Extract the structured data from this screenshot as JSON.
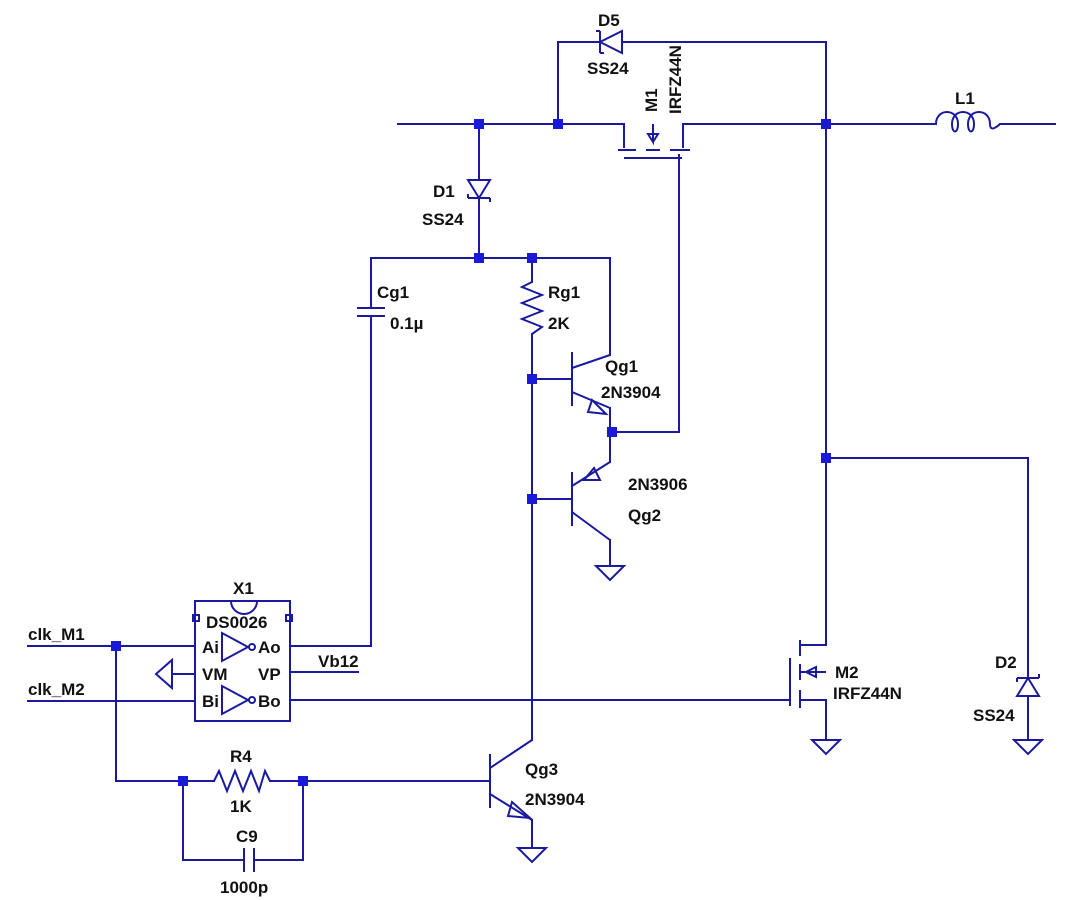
{
  "colors": {
    "wire": "#1a1a9e",
    "junction": "#1a1ad6",
    "text": "#111111",
    "background": "#ffffff"
  },
  "nets": {
    "clk_m1": "clk_M1",
    "clk_m2": "clk_M2",
    "vb12": "Vb12"
  },
  "components": {
    "d5": {
      "ref": "D5",
      "value": "SS24"
    },
    "m1": {
      "ref": "M1",
      "value": "IRFZ44N"
    },
    "l1": {
      "ref": "L1"
    },
    "d1": {
      "ref": "D1",
      "value": "SS24"
    },
    "cg1": {
      "ref": "Cg1",
      "value": "0.1µ"
    },
    "rg1": {
      "ref": "Rg1",
      "value": "2K"
    },
    "qg1": {
      "ref": "Qg1",
      "value": "2N3904"
    },
    "qg2": {
      "ref": "Qg2",
      "value": "2N3906"
    },
    "x1": {
      "ref": "X1",
      "value": "DS0026",
      "pins": {
        "ai": "Ai",
        "ao": "Ao",
        "vm": "VM",
        "vp": "VP",
        "bi": "Bi",
        "bo": "Bo"
      }
    },
    "m2": {
      "ref": "M2",
      "value": "IRFZ44N"
    },
    "d2": {
      "ref": "D2",
      "value": "SS24"
    },
    "r4": {
      "ref": "R4",
      "value": "1K"
    },
    "c9": {
      "ref": "C9",
      "value": "1000p"
    },
    "qg3": {
      "ref": "Qg3",
      "value": "2N3904"
    }
  }
}
